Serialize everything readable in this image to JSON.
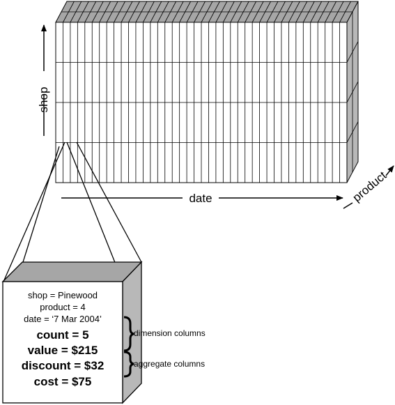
{
  "axes": {
    "shop": "shop",
    "date": "date",
    "product": "product"
  },
  "cell": {
    "shop_line": "shop = Pinewood",
    "product_line": "product = 4",
    "date_line": "date = ‘7 Mar 2004’",
    "count_line": "count = 5",
    "value_line": "value = $215",
    "discount_line": "discount = $32",
    "cost_line": "cost = $75"
  },
  "braces": {
    "dimension": "dimension columns",
    "aggregate": "aggregate columns"
  },
  "colors": {
    "face": "#ffffff",
    "side": "#b8b8b8",
    "top": "#a6a6a6",
    "line": "#000000"
  }
}
